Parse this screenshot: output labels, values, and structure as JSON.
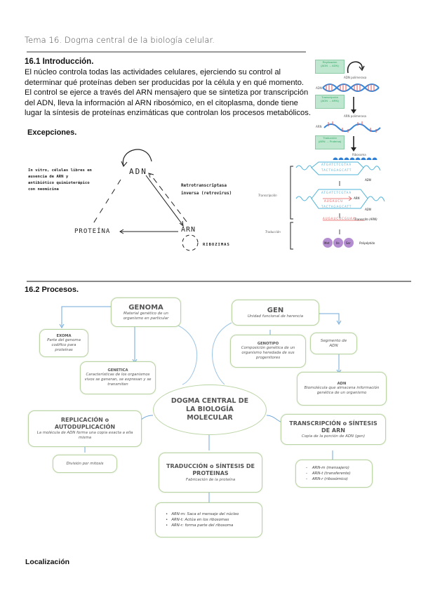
{
  "document": {
    "title": "Tema 16. Dogma central de la biología celular."
  },
  "section_1": {
    "heading": "16.1 Introducción.",
    "lines": [
      "El núcleo controla todas las actividades celulares, ejerciendo su control al",
      "determinar qué proteínas deben ser producidas por la célula y en qué momento.",
      "El control se ejerce a través del ARN mensajero que se sintetiza por transcripción",
      "del ADN, lleva la información al ARN ribosómico, en el citoplasma, donde tiene",
      "lugar la síntesis de proteínas enzimáticas que controlan los procesos metabólicos."
    ],
    "exceptions_heading": "Excepciones."
  },
  "hand_diagram": {
    "node_adn": "ADN",
    "node_arn": "ARN",
    "node_proteina": "PROTEÍNA",
    "note_left": [
      "In vitro, células libres en",
      "ausencia de ARN y",
      "antibiótico quimioterápico",
      "con neomicina"
    ],
    "note_right": [
      "Retrotranscriptasa",
      "inversa (retrovirus)"
    ],
    "note_ribozimas": "RIBOZIMAS"
  },
  "flow_figure": {
    "box_replication": [
      "Replicación",
      "(ADN → ADN)"
    ],
    "box_transcription": [
      "Transcripción",
      "(ADN → ARN)"
    ],
    "box_translation": [
      "Traducción",
      "(ARN → Proteína)"
    ],
    "label_adn_polimerasa": "ADN polimerasa",
    "label_arn_polimerasa": "ARN polimerasa",
    "label_adn": "ADN",
    "label_arn": "ARN",
    "label_ribosoma": "Ribosoma",
    "colors": {
      "green_box": "#bfe6cf",
      "dna_blue": "#3a86d6",
      "dna_red": "#e05a5a"
    }
  },
  "detail_figure": {
    "side_transcripcion": "Transcripción",
    "side_traduccion": "Traducción",
    "strand_top": "ATGATCTCGTAA",
    "strand_bottom": "TACTAGAGCATT",
    "rna_partial": "AUGAUCU",
    "rna_full": "AUGAUCUCGUAA",
    "label_adn_1": "ADN",
    "label_arn": "ARN",
    "label_adn_2": "ADN",
    "label_transcrito": "Transcrito (ARN)",
    "amino_acids": [
      "Met",
      "Ile",
      "Ser"
    ],
    "label_polipeptido": "Polipéptido"
  },
  "section_2": {
    "heading": "16.2 Procesos."
  },
  "mindmap": {
    "center": [
      "DOGMA CENTRAL DE",
      "LA BIOLOGÍA",
      "MOLECULAR"
    ],
    "genoma": {
      "title": "GENOMA",
      "sub": "Material genético de un organismo en particular"
    },
    "exoma": {
      "title": "EXOMA",
      "sub": "Parte del genoma codifico para proteínas"
    },
    "genetica": {
      "title": "GENETICA",
      "sub": "Características de los organismos vivos se generan, se expresan y se transmiten"
    },
    "gen": {
      "title": "GEN",
      "sub": "Unidad funcional de herencia"
    },
    "genotipo": {
      "title": "GENOTIPO",
      "sub": "Composición genética de un organismo heredada de sus progenitores"
    },
    "segmento": {
      "sub": "Segmento de ADN"
    },
    "adn": {
      "title": "ADN",
      "sub": "Biomolécula que almacena información genética de un organismo"
    },
    "replicacion": {
      "title": [
        "REPLICACIÓN o",
        "AUTODUPLICACIÓN"
      ],
      "sub": "La molécula de ADN forma una copia exacta a ella misma"
    },
    "division": {
      "sub": "División por mitosis"
    },
    "transcripcion": {
      "title": [
        "TRANSCRIPCIÓN o SÍNTESIS",
        "DE ARN"
      ],
      "sub": "Copia de la porción de ADN (gen)"
    },
    "arn_types": [
      "ARN-m (mensajero)",
      "ARN-t (transferente)",
      "ARN-r (ribosómico)"
    ],
    "traduccion": {
      "title": [
        "TRADUCCIÓN o SÍNTESIS DE",
        "PROTEINAS"
      ],
      "sub": "Fabricación de la proteína"
    },
    "arn_roles": [
      "ARN-m: Saca el mensaje del núcleo",
      "ARN-t: Actúa en los ribosomas",
      "ARN-r: forma parte del ribosoma"
    ],
    "colors": {
      "box_border": "#b9d3a2",
      "connector": "#6fa8d8",
      "text": "#555555"
    }
  },
  "section_3": {
    "heading": "Localización"
  }
}
